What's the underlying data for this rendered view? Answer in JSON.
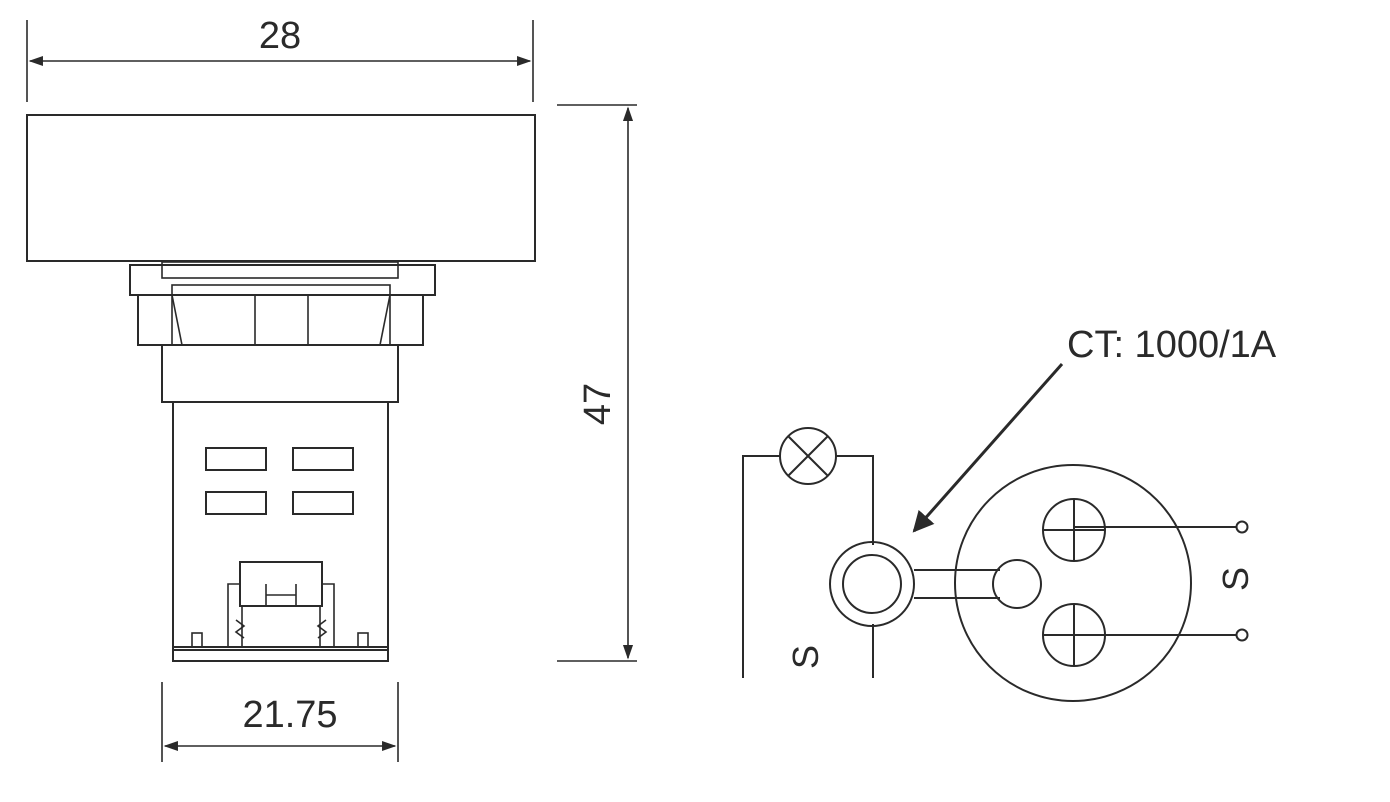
{
  "dimensions": {
    "width": "28",
    "height": "47",
    "base_width": "21.75"
  },
  "wiring": {
    "ct_label": "CT: 1000/1A",
    "lamp_terminal_label": "S",
    "meter_terminal_label": "S"
  },
  "colors": {
    "line": "#2a2a2a",
    "background": "#ffffff"
  }
}
